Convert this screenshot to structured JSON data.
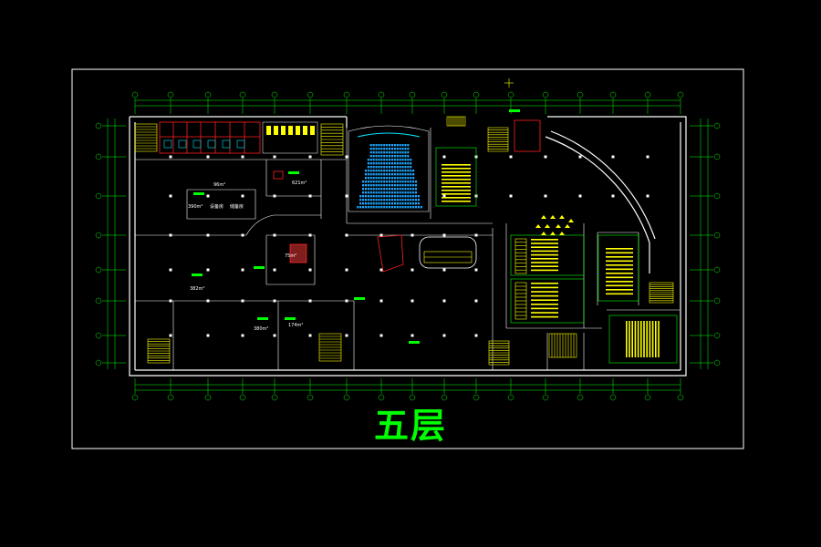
{
  "floor_label": "五层",
  "area_labels": {
    "a1": "96m²",
    "a2": "390m²",
    "a3": "621m²",
    "a4": "75m²",
    "a5": "382m²",
    "a6": "380m²",
    "a7": "174m²"
  },
  "room_labels": {
    "r1": "设备房",
    "r2": "储备房"
  },
  "colors": {
    "background": "#000000",
    "frame": "#ffffff",
    "structure": "#ffffff",
    "grid": "#00ff00",
    "annotation": "#00ff00",
    "seating": "#ffff00",
    "partition": "#ff2020",
    "fixture": "#00e5ff",
    "stair": "#ffff00"
  }
}
